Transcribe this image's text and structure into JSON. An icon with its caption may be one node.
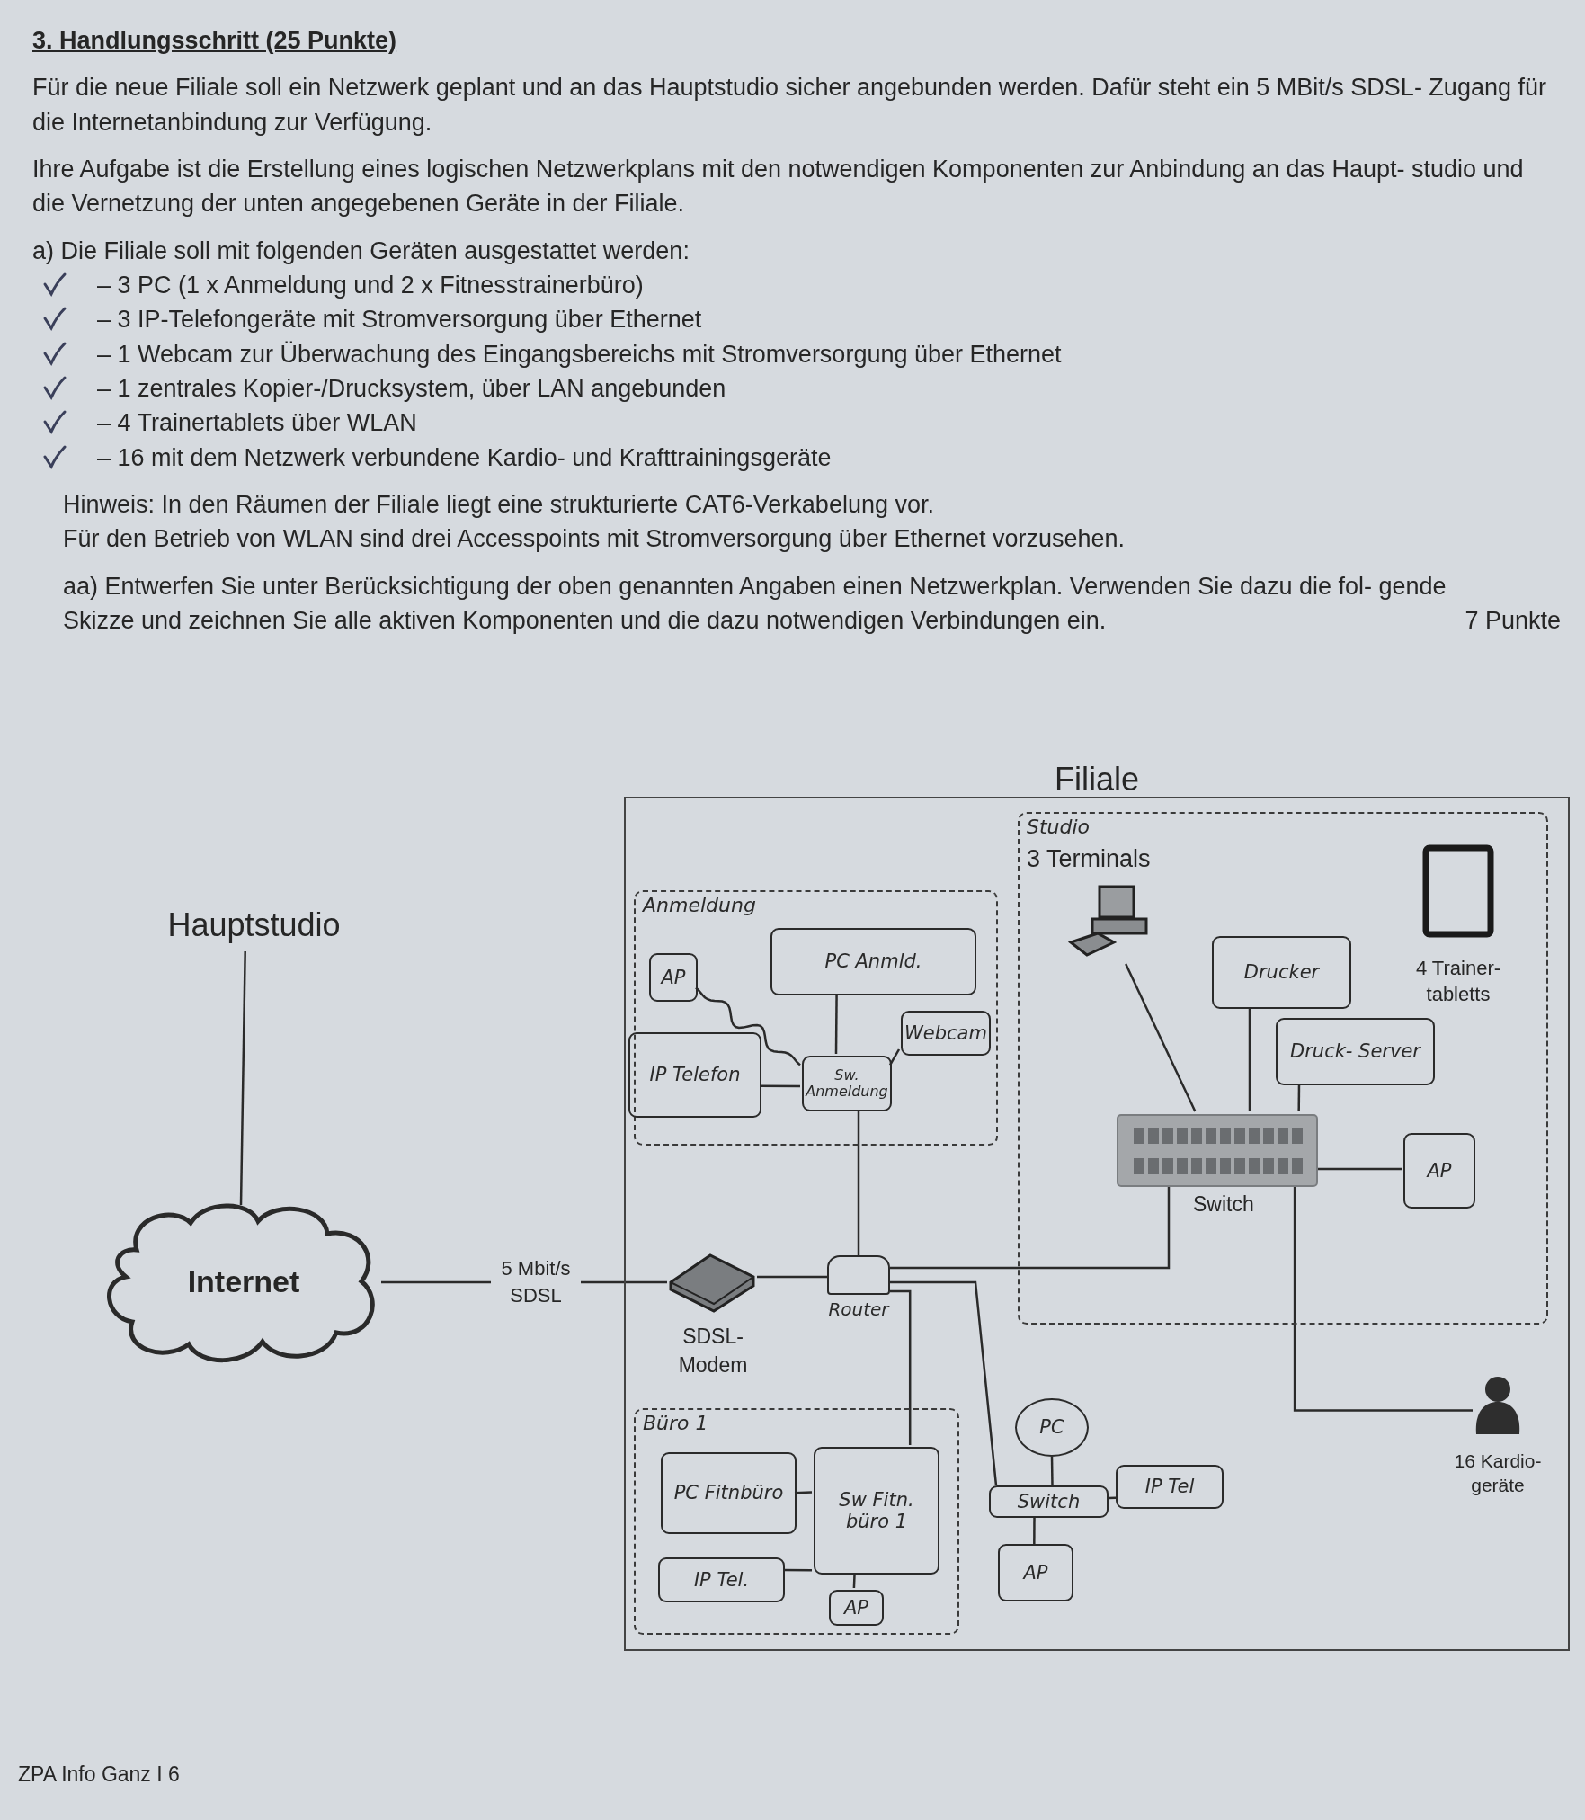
{
  "diagram": {
    "title": "3. Handlungsschritt (25 Punkte)",
    "nodes": [
      {
        "text": [
          "Filiale"
        ]
      },
      {
        "text": [
          "Hauptstudio"
        ]
      },
      {
        "text": [
          "Internet"
        ]
      },
      {
        "text": [
          "SDSL- Modem"
        ],
        "in": 0
      },
      {
        "text": [
          "Router"
        ],
        "in": 0
      },
      {
        "text": [
          "Anmeldung"
        ],
        "in": 0
      },
      {
        "text": [
          "AP"
        ],
        "in": 5
      },
      {
        "text": [
          "PC Anmld."
        ],
        "in": 5
      },
      {
        "text": [
          "IP Telefon"
        ],
        "in": 5
      },
      {
        "text": [
          "Webcam"
        ],
        "in": 5
      },
      {
        "text": [
          "Sw. Anmeldung"
        ],
        "in": 5
      },
      {
        "text": [
          "Studio"
        ],
        "in": 0
      },
      {
        "text": [
          "3 Terminals"
        ],
        "in": 11
      },
      {
        "text": [
          "4 Trainer- tabletts"
        ],
        "in": 11
      },
      {
        "text": [
          "Drucker"
        ],
        "in": 11
      },
      {
        "text": [
          "Druck- Server"
        ],
        "in": 11
      },
      {
        "text": [
          "Switch"
        ],
        "in": 11
      },
      {
        "text": [
          "AP"
        ],
        "in": 11
      },
      {
        "text": [
          "16 Kardio- geräte"
        ],
        "in": 0
      },
      {
        "text": [
          "Büro 1"
        ],
        "in": 0
      },
      {
        "text": [
          "PC Fitnbüro"
        ],
        "in": 19
      },
      {
        "text": [
          "Sw Fitn. büro 1"
        ],
        "in": 19
      },
      {
        "text": [
          "IP Tel."
        ],
        "in": 19
      },
      {
        "text": [
          "AP"
        ],
        "in": 19
      },
      {
        "text": [
          "PC"
        ],
        "in": 0
      },
      {
        "text": [
          "Switch"
        ],
        "in": 0
      },
      {
        "text": [
          "IP Tel"
        ],
        "in": 0
      },
      {
        "text": [
          "AP"
        ],
        "in": 0
      }
    ],
    "edges": [
      {
        "from": 1,
        "to": 2,
        "arrow": "none"
      },
      {
        "from": 2,
        "to": 3,
        "arrow": "none",
        "label": "5 Mbit/s SDSL"
      },
      {
        "from": 3,
        "to": 4,
        "arrow": "none"
      },
      {
        "from": 4,
        "to": 10,
        "arrow": "none"
      },
      {
        "from": 10,
        "to": 7,
        "arrow": "none"
      },
      {
        "from": 10,
        "to": 6,
        "arrow": "none"
      },
      {
        "from": 10,
        "to": 8,
        "arrow": "none"
      },
      {
        "from": 10,
        "to": 9,
        "arrow": "none"
      },
      {
        "from": 4,
        "to": 16,
        "arrow": "none"
      },
      {
        "from": 16,
        "to": 12,
        "arrow": "none"
      },
      {
        "from": 16,
        "to": 14,
        "arrow": "none"
      },
      {
        "from": 16,
        "to": 15,
        "arrow": "none"
      },
      {
        "from": 16,
        "to": 17,
        "arrow": "none"
      },
      {
        "from": 16,
        "to": 18,
        "arrow": "none"
      },
      {
        "from": 4,
        "to": 21,
        "arrow": "none"
      },
      {
        "from": 21,
        "to": 20,
        "arrow": "none"
      },
      {
        "from": 21,
        "to": 22,
        "arrow": "none"
      },
      {
        "from": 21,
        "to": 23,
        "arrow": "none"
      },
      {
        "from": 4,
        "to": 25,
        "arrow": "none"
      },
      {
        "from": 25,
        "to": 24,
        "arrow": "none"
      },
      {
        "from": 25,
        "to": 26,
        "arrow": "none"
      },
      {
        "from": 25,
        "to": 27,
        "arrow": "none"
      }
    ],
    "labels": [
      "Für die neue Filiale soll ein Netzwerk geplant und an das Hauptstudio sicher angebunden werden. Dafür steht ein 5 MBit/s SDSL- Zugang für die Internetanbindung zur Verfügung.",
      "Ihre Aufgabe ist die Erstellung eines logischen Netzwerkplans mit den notwendigen Komponenten zur Anbindung an das Haupt- studio und die Vernetzung der unten angegebenen Geräte in der Filiale.",
      "a) Die Filiale soll mit folgenden Geräten ausgestattet werden:",
      "– 3 PC (1 x Anmeldung und 2 x Fitnesstrainerbüro)",
      "– 3 IP-Telefongeräte mit Stromversorgung über Ethernet",
      "– 1 Webcam zur Überwachung des Eingangsbereichs mit Stromversorgung über Ethernet",
      "– 1 zentrales Kopier-/Drucksystem, über LAN angebunden",
      "– 4 Trainertablets über WLAN",
      "– 16 mit dem Netzwerk verbundene Kardio- und Krafttrainingsgeräte",
      "Hinweis: In den Räumen der Filiale liegt eine strukturierte CAT6-Verkabelung vor.",
      "Für den Betrieb von WLAN sind drei Accesspoints mit Stromversorgung über Ethernet vorzusehen.",
      "aa) Entwerfen Sie unter Berücksichtigung der oben genannten Angaben einen Netzwerkplan. Verwenden Sie dazu die fol- gende Skizze und zeichnen Sie alle aktiven Komponenten und die dazu notwendigen Verbindungen ein.",
      "7 Punkte",
      "ZPA Info Ganz I 6"
    ]
  }
}
